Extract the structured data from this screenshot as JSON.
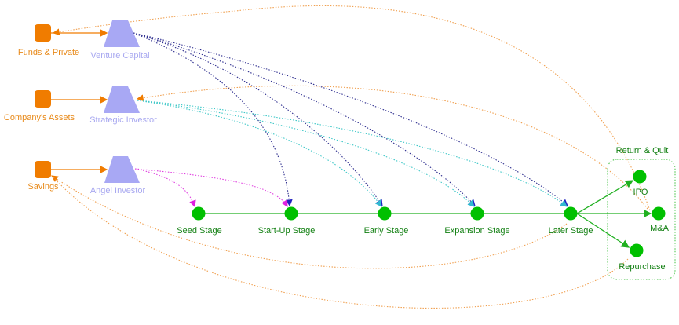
{
  "sources": [
    {
      "label": "Funds & Private"
    },
    {
      "label": "Company's Assets"
    },
    {
      "label": "Savings"
    }
  ],
  "investors": [
    {
      "label": "Venture Capital"
    },
    {
      "label": "Strategic Investor"
    },
    {
      "label": "Angel Investor"
    }
  ],
  "stages": [
    {
      "label": "Seed Stage"
    },
    {
      "label": "Start-Up Stage"
    },
    {
      "label": "Early Stage"
    },
    {
      "label": "Expansion Stage"
    },
    {
      "label": "Later Stage"
    }
  ],
  "exit_group": {
    "title": "Return & Quit",
    "items": [
      {
        "label": "IPO"
      },
      {
        "label": "M&A"
      },
      {
        "label": "Repurchase"
      }
    ]
  },
  "colors": {
    "source": "#f07c00",
    "investor": "#a8a8f4",
    "stage": "#00c000",
    "venture_link": "#202090",
    "strategic_link": "#30c0c0",
    "angel_link": "#e040e0",
    "return_link": "#f0a050"
  }
}
